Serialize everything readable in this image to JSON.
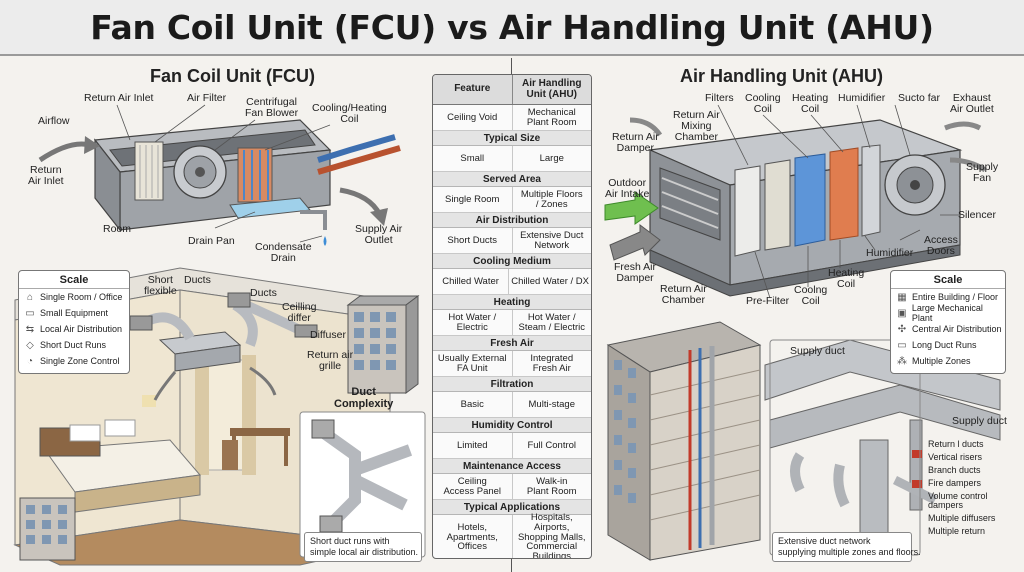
{
  "title": "Fan Coil Unit (FCU) vs Air Handling Unit (AHU)",
  "fcu": {
    "title": "Fan Coil Unit (FCU)",
    "labels": {
      "airflow": "Airflow",
      "return_air_inlet_top": "Return Air Inlet",
      "air_filter": "Air Filter",
      "centrifugal": "Centrifugal\nFan Blower",
      "cooling_heating_coil": "Cooling/Heating\nCoil",
      "return_air_inlet_left": "Return\nAir Inlet",
      "room": "Room",
      "drain_pan": "Drain Pan",
      "condensate_drain": "Condensate\nDrain",
      "supply_air_outlet": "Supply Air\nOutlet",
      "short_flexible": "Short\nflexible",
      "ducts_1": "Ducts",
      "ducts_2": "Ducts",
      "ceiling_diffuser": "Ceilling\ndiffer",
      "diffuser": "Diffuser",
      "return_air_grille": "Return air\ngrille",
      "duct_complexity": "Duct\nComplexity"
    },
    "scale": {
      "title": "Scale",
      "items": [
        {
          "icon": "⌂",
          "text": "Single Room / Office"
        },
        {
          "icon": "▭",
          "text": "Small Equipment"
        },
        {
          "icon": "⇆",
          "text": "Local Air Distribution"
        },
        {
          "icon": "◇",
          "text": "Short Duct Runs"
        },
        {
          "icon": "◔",
          "text": "Single Zone Control"
        }
      ]
    },
    "caption": "Short duct runs with\nsimple local air distribution."
  },
  "table": {
    "header": [
      "Feature",
      "Air Handling\nUnit (AHU)"
    ],
    "rows": [
      {
        "section": "",
        "cells": [
          "Ceiling Void",
          "Mechanical\nPlant Room"
        ]
      },
      {
        "section": "Typical Size",
        "cells": [
          "Small",
          "Large"
        ]
      },
      {
        "section": "Served Area",
        "cells": [
          "Single Room",
          "Multiple Floors\n/ Zones"
        ]
      },
      {
        "section": "Air Distribution",
        "cells": [
          "Short Ducts",
          "Extensive Duct\nNetwork"
        ]
      },
      {
        "section": "Cooling Medium",
        "cells": [
          "Chilled Water",
          "Chilled Water / DX"
        ]
      },
      {
        "section": "Heating",
        "cells": [
          "Hot Water /\nElectric",
          "Hot Water /\nSteam / Electric"
        ]
      },
      {
        "section": "Fresh Air",
        "cells": [
          "Usually External\nFA Unit",
          "Integrated\nFresh Air"
        ]
      },
      {
        "section": "Filtration",
        "cells": [
          "Basic",
          "Multi-stage"
        ]
      },
      {
        "section": "Humidity Control",
        "cells": [
          "Limited",
          "Full Control"
        ]
      },
      {
        "section": "Maintenance Access",
        "cells": [
          "Ceiling\nAccess Panel",
          "Walk-in\nPlant Room"
        ]
      },
      {
        "section": "Typical Applications",
        "cells": [
          "Hotels,\nApartments,\nOffices",
          "Hospitals,\nAirports,\nShopping Malls,\nCommercial\nBuildings"
        ]
      }
    ]
  },
  "ahu": {
    "title": "Air Handling Unit (AHU)",
    "labels": {
      "return_air_damper": "Return Air\nDamper",
      "return_air_mixing": "Return Air\nMixing\nChamber",
      "filters": "Filters",
      "cooling_coil_top": "Cooling\nCoil",
      "heating_coil_top": "Heating\nCoil",
      "humidifier_top": "Humidifier",
      "sucto_far": "Sucto far",
      "exhaust_air_outlet": "Exhaust\nAir Outlet",
      "supply_fan": "Supply\nFan",
      "outdoor_air_intake": "Outdoor\nAir Intake",
      "silencer": "Silencer",
      "access_doors": "Access\nDoors",
      "humidifier_bottom": "Humidifier",
      "heating_coil_bottom": "Heating\nCoil",
      "cooling_coil_bottom": "Coolng\nCoil",
      "pre_filter": "Pre-Filter",
      "return_air_chamber": "Return Air\nChamber",
      "fresh_air_damper": "Fresh Air\nDamper",
      "supply_duct_1": "Supply duct",
      "supply_duct_2": "Supply duct"
    },
    "scale": {
      "title": "Scale",
      "items": [
        {
          "icon": "▦",
          "text": "Entire Building / Floor"
        },
        {
          "icon": "▣",
          "text": "Large Mechanical Plant"
        },
        {
          "icon": "✣",
          "text": "Central Air Distribution"
        },
        {
          "icon": "▭",
          "text": "Long Duct Runs"
        },
        {
          "icon": "⁂",
          "text": "Multiple Zones"
        }
      ]
    },
    "callouts": [
      "Return l ducts",
      "Vertical risers",
      "Branch ducts",
      "Fire dampers",
      "Volume control\ndampers",
      "Multiple diffusers",
      "Multiple return"
    ],
    "caption": "Extensive duct network\nsupplying multiple zones and floors."
  }
}
